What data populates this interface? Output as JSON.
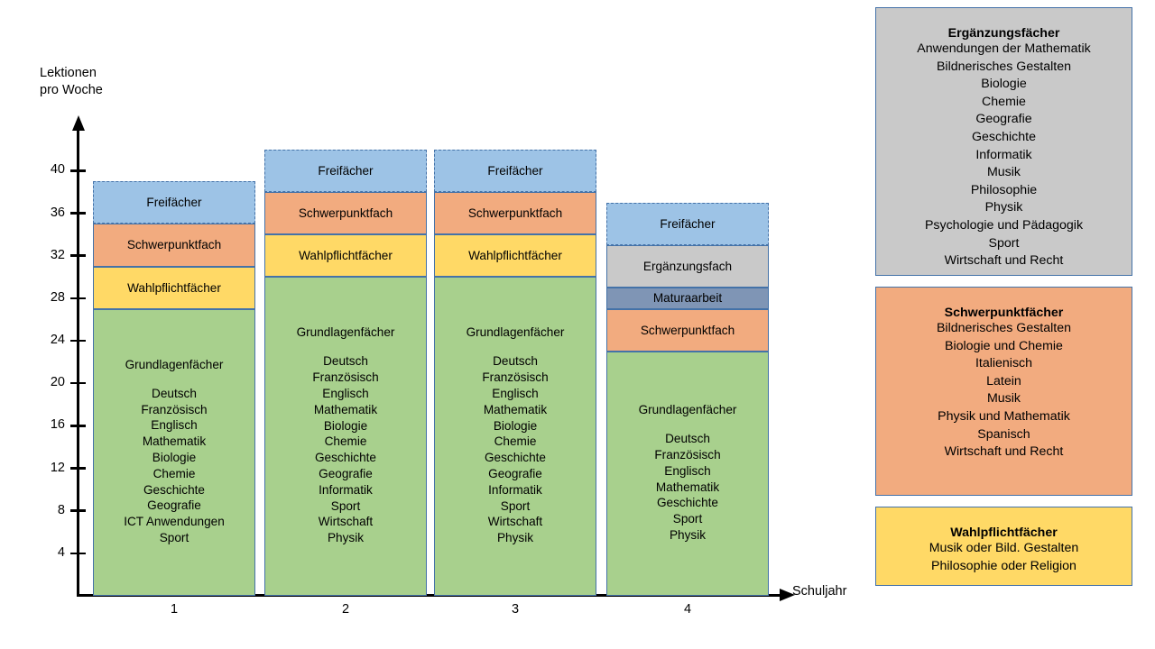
{
  "axes": {
    "y_title": "Lektionen\npro Woche",
    "x_title": "Schuljahr",
    "y_ticks": [
      4,
      8,
      12,
      16,
      20,
      24,
      28,
      32,
      36,
      40
    ],
    "x_ticks": [
      "1",
      "2",
      "3",
      "4"
    ],
    "y_max": 44,
    "y_min": 0
  },
  "colors": {
    "freifaecher": "#9dc3e6",
    "schwerpunktfach": "#f2ab7f",
    "wahlpflichtfaecher": "#ffd966",
    "grundlagenfaecher": "#a8d08d",
    "ergaenzungsfach": "#c9c9c9",
    "maturaarbeit": "#7f95b5",
    "border": "#4472a8"
  },
  "chart_data": {
    "type": "bar",
    "title": "",
    "xlabel": "Schuljahr",
    "ylabel": "Lektionen pro Woche",
    "ylim": [
      0,
      44
    ],
    "grid": false,
    "legend_position": "right",
    "categories": [
      "1",
      "2",
      "3",
      "4"
    ],
    "stacked": true,
    "columns": [
      {
        "year": "1",
        "total": 39,
        "segments": [
          {
            "name": "Grundlagenfächer",
            "value": 27,
            "from": 0,
            "to": 27,
            "color": "#a8d08d",
            "dashed": false,
            "subjects": [
              "Deutsch",
              "Französisch",
              "Englisch",
              "Mathematik",
              "Biologie",
              "Chemie",
              "Geschichte",
              "Geografie",
              "ICT Anwendungen",
              "Sport"
            ]
          },
          {
            "name": "Wahlpflichtfächer",
            "value": 4,
            "from": 27,
            "to": 31,
            "color": "#ffd966",
            "dashed": false,
            "subjects": []
          },
          {
            "name": "Schwerpunktfach",
            "value": 4,
            "from": 31,
            "to": 35,
            "color": "#f2ab7f",
            "dashed": false,
            "subjects": []
          },
          {
            "name": "Freifächer",
            "value": 4,
            "from": 35,
            "to": 39,
            "color": "#9dc3e6",
            "dashed": true,
            "subjects": []
          }
        ]
      },
      {
        "year": "2",
        "total": 42,
        "segments": [
          {
            "name": "Grundlagenfächer",
            "value": 30,
            "from": 0,
            "to": 30,
            "color": "#a8d08d",
            "dashed": false,
            "subjects": [
              "Deutsch",
              "Französisch",
              "Englisch",
              "Mathematik",
              "Biologie",
              "Chemie",
              "Geschichte",
              "Geografie",
              "Informatik",
              "Sport",
              "Wirtschaft",
              "Physik"
            ]
          },
          {
            "name": "Wahlpflichtfächer",
            "value": 4,
            "from": 30,
            "to": 34,
            "color": "#ffd966",
            "dashed": false,
            "subjects": []
          },
          {
            "name": "Schwerpunktfach",
            "value": 4,
            "from": 34,
            "to": 38,
            "color": "#f2ab7f",
            "dashed": false,
            "subjects": []
          },
          {
            "name": "Freifächer",
            "value": 4,
            "from": 38,
            "to": 42,
            "color": "#9dc3e6",
            "dashed": true,
            "subjects": []
          }
        ]
      },
      {
        "year": "3",
        "total": 42,
        "segments": [
          {
            "name": "Grundlagenfächer",
            "value": 30,
            "from": 0,
            "to": 30,
            "color": "#a8d08d",
            "dashed": false,
            "subjects": [
              "Deutsch",
              "Französisch",
              "Englisch",
              "Mathematik",
              "Biologie",
              "Chemie",
              "Geschichte",
              "Geografie",
              "Informatik",
              "Sport",
              "Wirtschaft",
              "Physik"
            ]
          },
          {
            "name": "Wahlpflichtfächer",
            "value": 4,
            "from": 30,
            "to": 34,
            "color": "#ffd966",
            "dashed": false,
            "subjects": []
          },
          {
            "name": "Schwerpunktfach",
            "value": 4,
            "from": 34,
            "to": 38,
            "color": "#f2ab7f",
            "dashed": false,
            "subjects": []
          },
          {
            "name": "Freifächer",
            "value": 4,
            "from": 38,
            "to": 42,
            "color": "#9dc3e6",
            "dashed": true,
            "subjects": []
          }
        ]
      },
      {
        "year": "4",
        "total": 37,
        "segments": [
          {
            "name": "Grundlagenfächer",
            "value": 23,
            "from": 0,
            "to": 23,
            "color": "#a8d08d",
            "dashed": false,
            "subjects": [
              "Deutsch",
              "Französisch",
              "Englisch",
              "Mathematik",
              "Geschichte",
              "Sport",
              "Physik"
            ]
          },
          {
            "name": "Schwerpunktfach",
            "value": 4,
            "from": 23,
            "to": 27,
            "color": "#f2ab7f",
            "dashed": false,
            "subjects": []
          },
          {
            "name": "Maturaarbeit",
            "value": 2,
            "from": 27,
            "to": 29,
            "color": "#7f95b5",
            "dashed": false,
            "subjects": []
          },
          {
            "name": "Ergänzungsfach",
            "value": 4,
            "from": 29,
            "to": 33,
            "color": "#c9c9c9",
            "dashed": false,
            "subjects": []
          },
          {
            "name": "Freifächer",
            "value": 4,
            "from": 33,
            "to": 37,
            "color": "#9dc3e6",
            "dashed": true,
            "subjects": []
          }
        ]
      }
    ]
  },
  "legend": [
    {
      "title": "Ergänzungsfächer",
      "color": "#c9c9c9",
      "items": [
        "Anwendungen der Mathematik",
        "Bildnerisches Gestalten",
        "Biologie",
        "Chemie",
        "Geografie",
        "Geschichte",
        "Informatik",
        "Musik",
        "Philosophie",
        "Physik",
        "Psychologie und Pädagogik",
        "Sport",
        "Wirtschaft und Recht"
      ]
    },
    {
      "title": "Schwerpunktfächer",
      "color": "#f2ab7f",
      "items": [
        "Bildnerisches Gestalten",
        "Biologie und Chemie",
        "Italienisch",
        "Latein",
        "Musik",
        "Physik und Mathematik",
        "Spanisch",
        "Wirtschaft und Recht"
      ]
    },
    {
      "title": "Wahlpflichtfächer",
      "color": "#ffd966",
      "items": [
        "Musik oder Bild. Gestalten",
        "Philosophie oder Religion"
      ]
    }
  ]
}
